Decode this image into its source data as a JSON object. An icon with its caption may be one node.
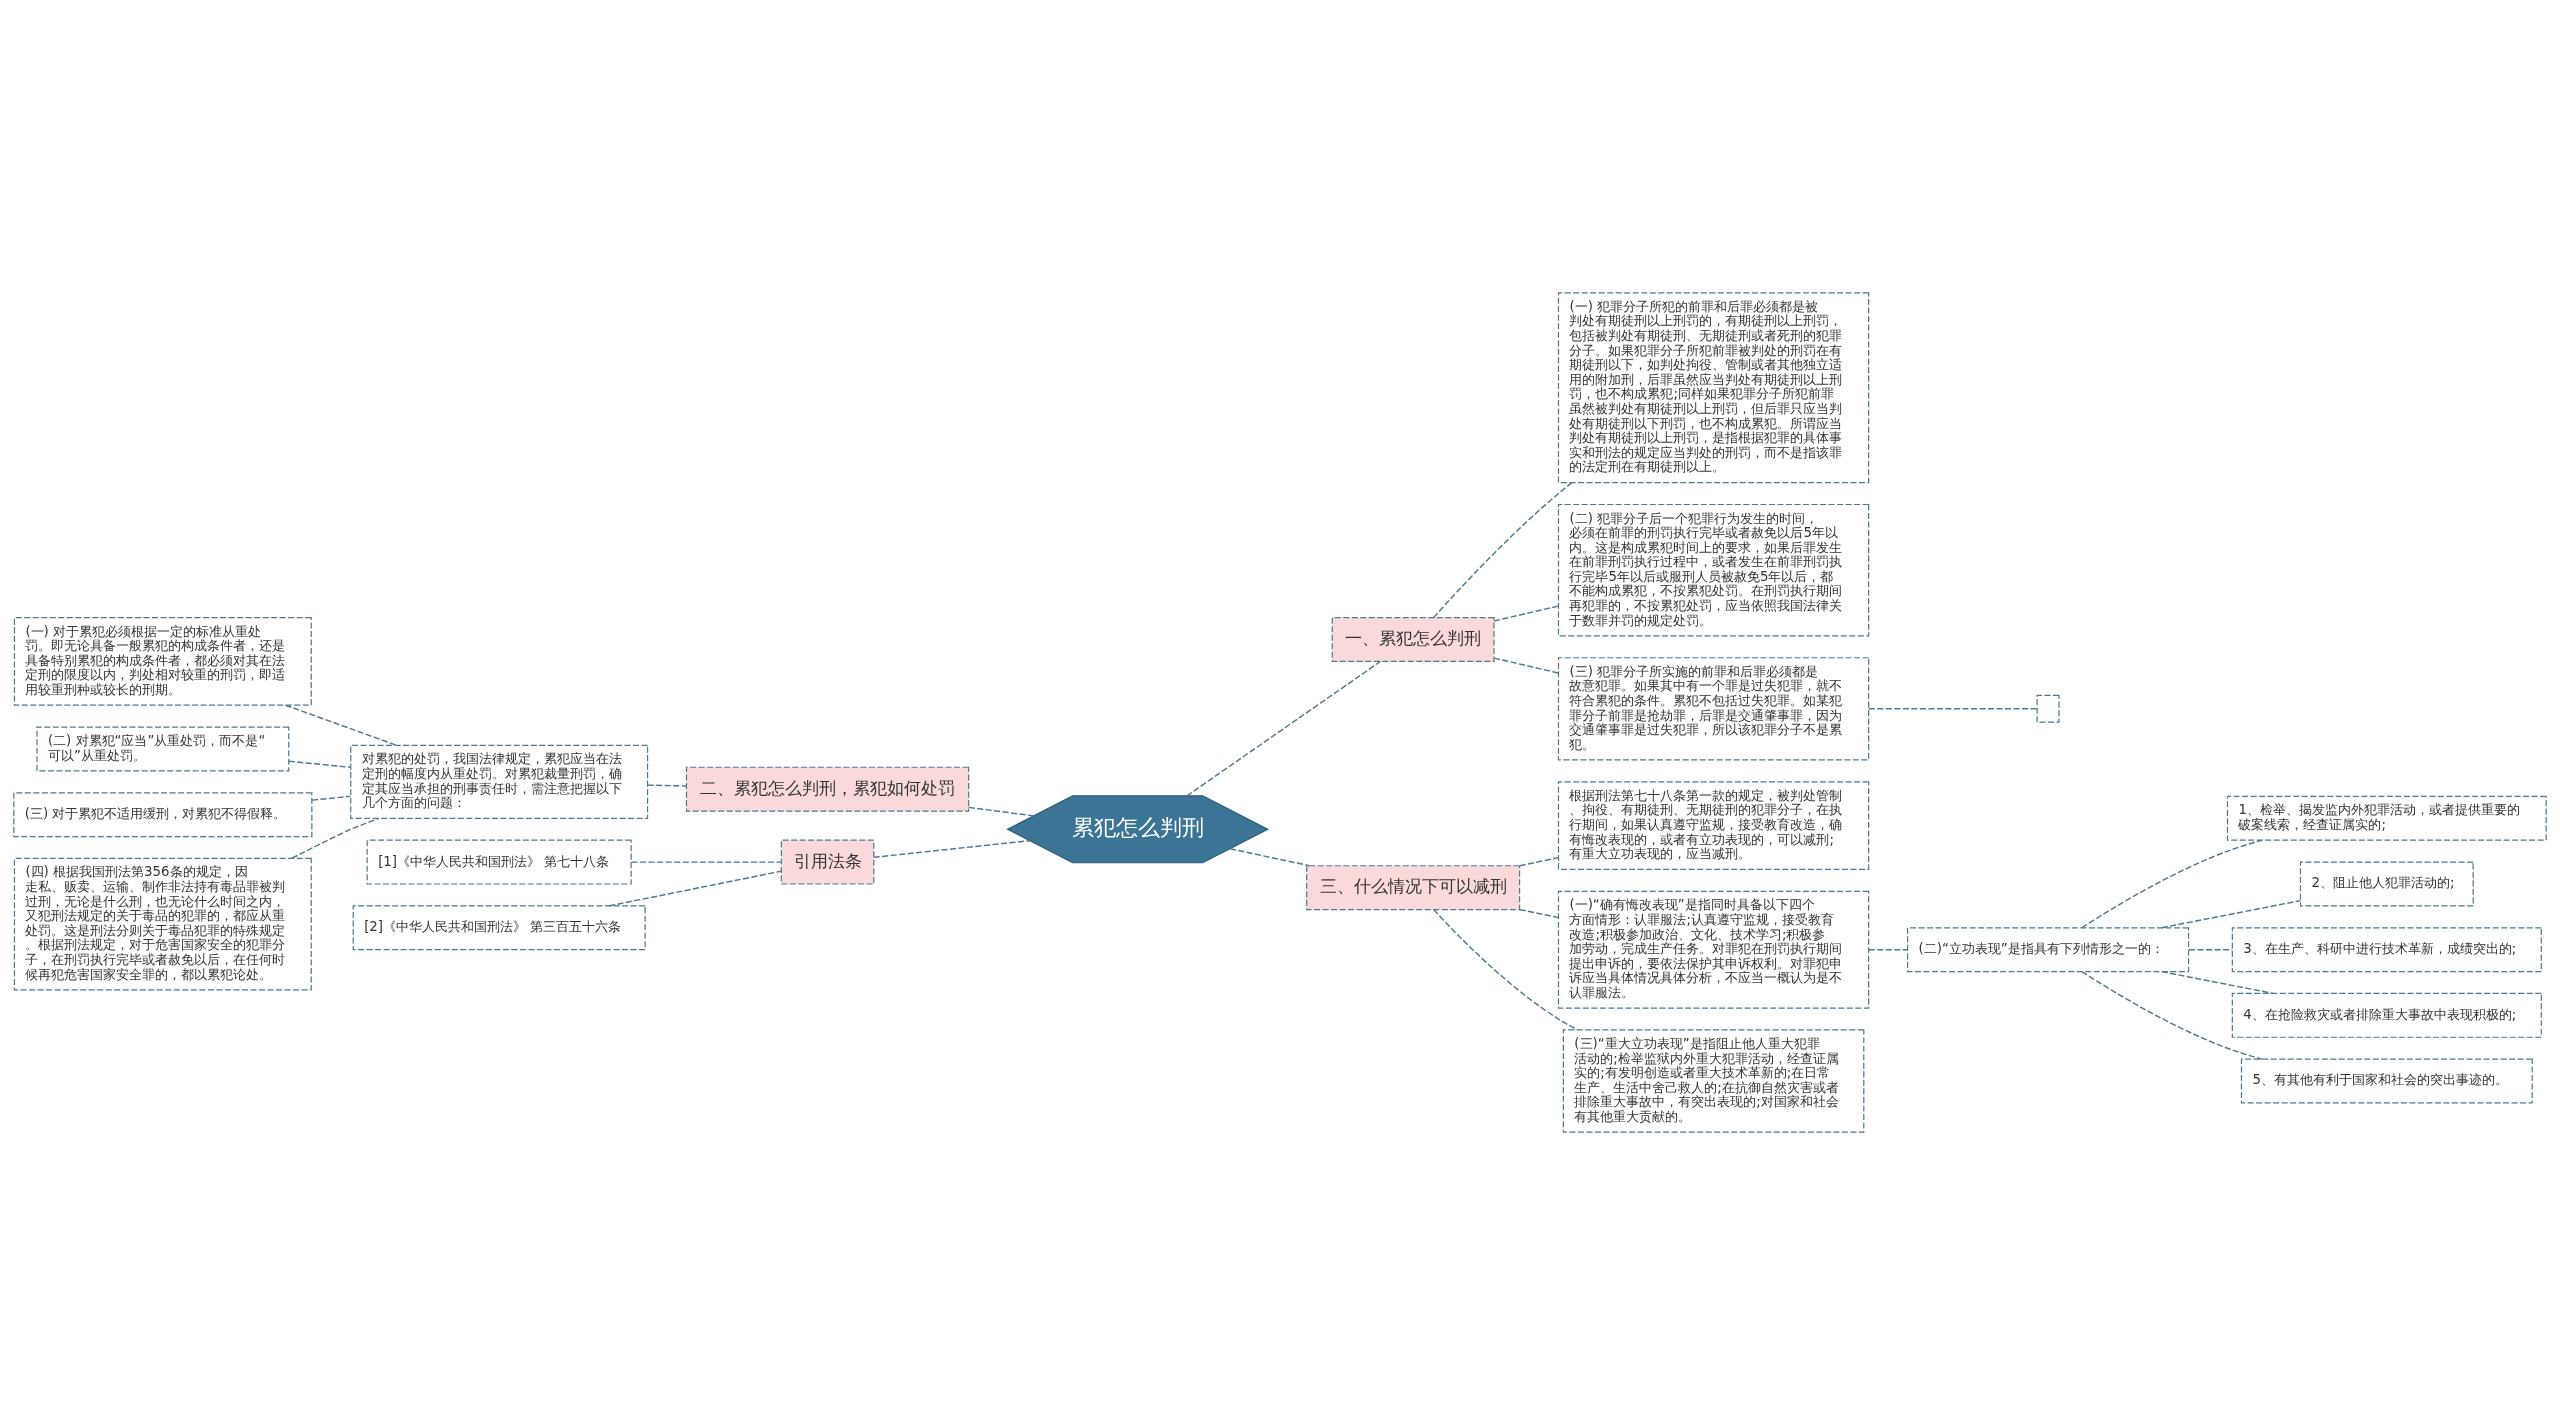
{
  "diagram": {
    "nodes": [
      {
        "text": [
          "累犯怎么判刑"
        ]
      },
      {
        "text": [
          "一、累犯怎么判刑"
        ]
      },
      {
        "text": [
          "(一) 犯罪分子所犯的前罪和后罪必须都是被判处有期徒刑以上刑罚的，有期徒刑以上刑罚，包括被判处有期徒刑、无期徒刑或者死刑的犯罪分子。如果犯罪分子所犯前罪被判处的刑罚在有期徒刑以下，如判处拘役、管制或者其他独立适用的附加刑，后罪虽然应当判处有期徒刑以上刑罚，也不构成累犯;同样如果犯罪分子所犯前罪虽然被判处有期徒刑以上刑罚，但后罪只应当判处有期徒刑以下刑罚，也不构成累犯。所谓应当判处有期徒刑以上刑罚，是指根据犯罪的具体事实和刑法的规定应当判处的刑罚，而不是指该罪的法定刑在有期徒刑以上。"
        ]
      },
      {
        "text": [
          "(二) 犯罪分子后一个犯罪行为发生的时间，必须在前罪的刑罚执行完毕或者赦免以后5年以内。这是构成累犯时间上的要求，如果后罪发生在前罪刑罚执行过程中，或者发生在前罪刑罚执行完毕5年以后或服刑人员被赦免5年以后，都不能构成累犯，不按累犯处罚。在刑罚执行期间再犯罪的，不按累犯处罚，应当依照我国法律关于数罪并罚的规定处罚。"
        ]
      },
      {
        "text": [
          "(三) 犯罪分子所实施的前罪和后罪必须都是故意犯罪。如果其中有一个罪是过失犯罪，就不符合累犯的条件。累犯不包括过失犯罪。如某犯罪分子前罪是抢劫罪，后罪是交通肇事罪，因为交通肇事罪是过失犯罪，所以该犯罪分子不是累犯。"
        ]
      },
      {
        "text": [],
        "shape": "box"
      },
      {
        "text": [
          "二、累犯怎么判刑，累犯如何处罚"
        ]
      },
      {
        "text": [
          "对累犯的处罚，我国法律规定，累犯应当在法定刑的幅度内从重处罚。对累犯裁量刑罚，确定其应当承担的刑事责任时，需注意把握以下几个方面的问题："
        ]
      },
      {
        "text": [
          "(一) 对于累犯必须根据一定的标准从重处罚。即无论具备一般累犯的构成条件者，还是具备特别累犯的构成条件者，都必须对其在法定刑的限度以内，判处相对较重的刑罚，即适用较重刑种或较长的刑期。"
        ]
      },
      {
        "text": [
          "(二) 对累犯“应当”从重处罚，而不是“可以”从重处罚。"
        ]
      },
      {
        "text": [
          "(三) 对于累犯不适用缓刑，对累犯不得假释。"
        ]
      },
      {
        "text": [
          "(四) 根据我国刑法第356条的规定，因走私、贩卖、运输、制作非法持有毒品罪被判过刑，无论是什么刑，也无论什么时间之内，又犯刑法规定的关于毒品的犯罪的，都应从重处罚。这是刑法分则关于毒品犯罪的特殊规定。根据刑法规定，对于危害国家安全的犯罪分子，在刑罚执行完毕或者赦免以后，在任何时候再犯危害国家安全罪的，都以累犯论处。"
        ]
      },
      {
        "text": [
          "引用法条"
        ]
      },
      {
        "text": [
          "[1]《中华人民共和国刑法》 第七十八条"
        ]
      },
      {
        "text": [
          "[2]《中华人民共和国刑法》 第三百五十六条"
        ]
      },
      {
        "text": [
          "三、什么情况下可以减刑"
        ]
      },
      {
        "text": [
          "根据刑法第七十八条第一款的规定，被判处管制、拘役、有期徒刑、无期徒刑的犯罪分子，在执行期间，如果认真遵守监规，接受教育改造，确有悔改表现的，或者有立功表现的，可以减刑;有重大立功表现的，应当减刑。"
        ]
      },
      {
        "text": [
          "(一)“确有悔改表现”是指同时具备以下四个方面情形：认罪服法;认真遵守监规，接受教育改造;积极参加政治、文化、技术学习;积极参加劳动，完成生产任务。对罪犯在刑罚执行期间提出申诉的，要依法保护其申诉权利。对罪犯申诉应当具体情况具体分析，不应当一概认为是不认罪服法。"
        ]
      },
      {
        "text": [
          "(二)“立功表现”是指具有下列情形之一的："
        ]
      },
      {
        "text": [
          "1、检举、揭发监内外犯罪活动，或者提供重要的破案线索，经查证属实的;"
        ]
      },
      {
        "text": [
          "2、阻止他人犯罪活动的;"
        ]
      },
      {
        "text": [
          "3、在生产、科研中进行技术革新，成绩突出的;"
        ]
      },
      {
        "text": [
          "4、在抢险救灾或者排除重大事故中表现积极的;"
        ]
      },
      {
        "text": [
          "5、有其他有利于国家和社会的突出事迹的。"
        ]
      },
      {
        "text": [
          "(三)“重大立功表现”是指阻止他人重大犯罪活动的;检举监狱内外重大犯罪活动，经查证属实的;有发明创造或者重大技术革新的;在日常生产、生活中舍己救人的;在抗御自然灾害或者排除重大事故中，有突出表现的;对国家和社会有其他重大贡献的。"
        ]
      }
    ],
    "edges": [
      {
        "from": 0,
        "to": 1,
        "arrow": "none",
        "style": "dashed"
      },
      {
        "from": 1,
        "to": 2,
        "arrow": "none",
        "style": "dashed"
      },
      {
        "from": 1,
        "to": 3,
        "arrow": "none",
        "style": "dashed"
      },
      {
        "from": 1,
        "to": 4,
        "arrow": "none",
        "style": "dashed"
      },
      {
        "from": 4,
        "to": 5,
        "arrow": "none",
        "style": "dashed"
      },
      {
        "from": 0,
        "to": 6,
        "arrow": "none",
        "style": "dashed"
      },
      {
        "from": 6,
        "to": 7,
        "arrow": "none",
        "style": "dashed"
      },
      {
        "from": 7,
        "to": 8,
        "arrow": "none",
        "style": "dashed"
      },
      {
        "from": 7,
        "to": 9,
        "arrow": "none",
        "style": "dashed"
      },
      {
        "from": 7,
        "to": 10,
        "arrow": "none",
        "style": "dashed"
      },
      {
        "from": 7,
        "to": 11,
        "arrow": "none",
        "style": "dashed"
      },
      {
        "from": 0,
        "to": 12,
        "arrow": "none",
        "style": "dashed"
      },
      {
        "from": 12,
        "to": 13,
        "arrow": "none",
        "style": "dashed"
      },
      {
        "from": 12,
        "to": 14,
        "arrow": "none",
        "style": "dashed"
      },
      {
        "from": 0,
        "to": 15,
        "arrow": "none",
        "style": "dashed"
      },
      {
        "from": 15,
        "to": 16,
        "arrow": "none",
        "style": "dashed"
      },
      {
        "from": 15,
        "to": 17,
        "arrow": "none",
        "style": "dashed"
      },
      {
        "from": 17,
        "to": 18,
        "arrow": "none",
        "style": "dashed"
      },
      {
        "from": 18,
        "to": 19,
        "arrow": "none",
        "style": "dashed"
      },
      {
        "from": 18,
        "to": 20,
        "arrow": "none",
        "style": "dashed"
      },
      {
        "from": 18,
        "to": 21,
        "arrow": "none",
        "style": "dashed"
      },
      {
        "from": 18,
        "to": 22,
        "arrow": "none",
        "style": "dashed"
      },
      {
        "from": 18,
        "to": 23,
        "arrow": "none",
        "style": "dashed"
      },
      {
        "from": 15,
        "to": 24,
        "arrow": "none",
        "style": "dashed"
      }
    ]
  }
}
